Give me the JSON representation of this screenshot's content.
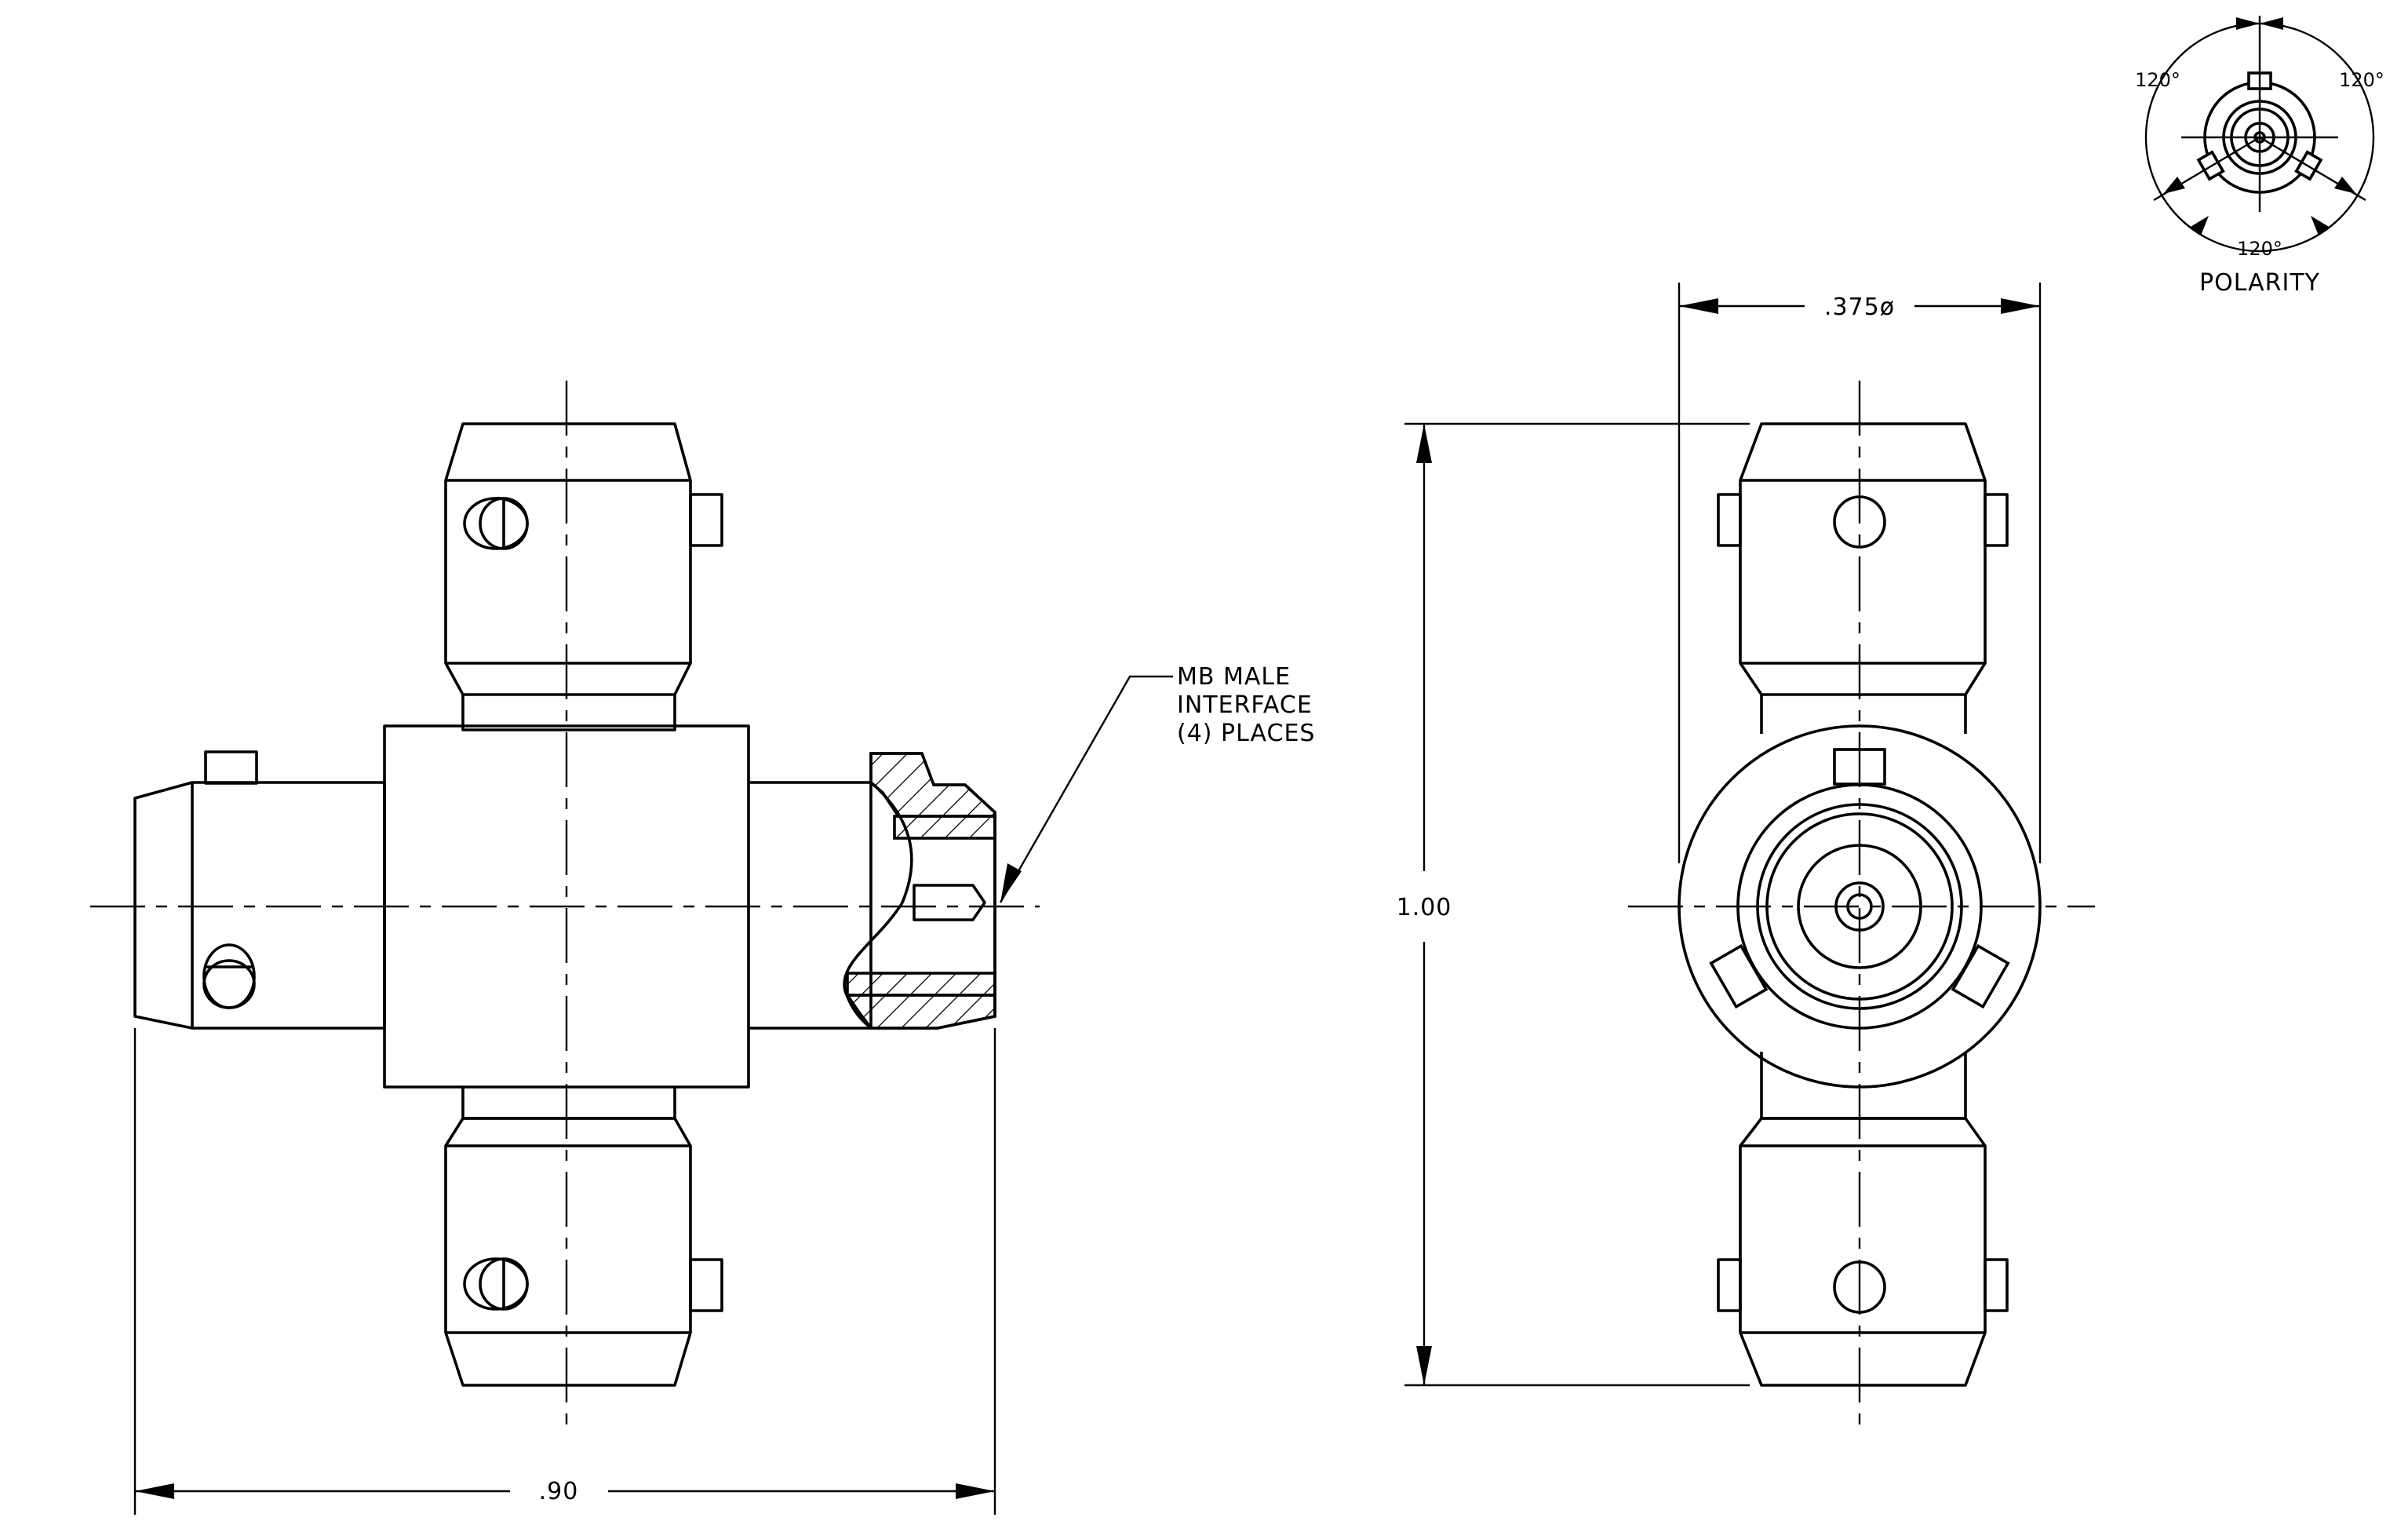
{
  "annotation": {
    "line1": "MB  MALE",
    "line2": "INTERFACE",
    "line3": "(4)  PLACES"
  },
  "dimensions": {
    "width": ".90",
    "height": "1.00",
    "diameter": ".375ø"
  },
  "polarity": {
    "title": "POLARITY",
    "angle_left": "120°",
    "angle_right": "120°",
    "angle_bottom": "120°"
  }
}
